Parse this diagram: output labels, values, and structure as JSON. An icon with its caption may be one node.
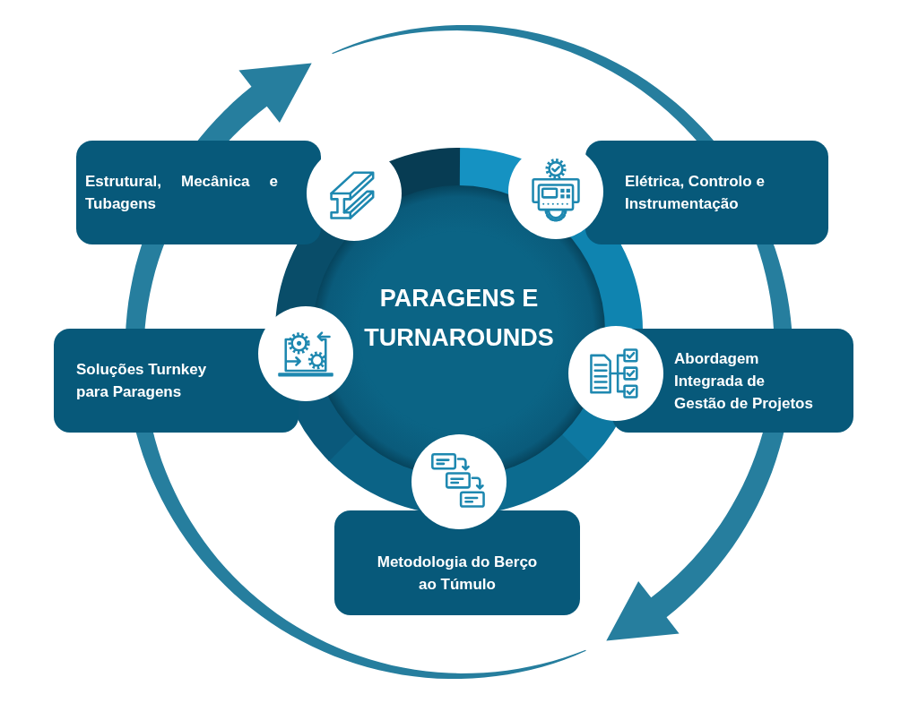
{
  "diagram": {
    "nodes": [
      {
        "text": [
          "Estrutural, Mecânica e Tubagens"
        ]
      },
      {
        "text": [
          "Elétrica, Controlo e Instrumentação"
        ]
      },
      {
        "text": [
          "PARAGENS E TURNAROUNDS"
        ]
      },
      {
        "text": [
          "Soluções Turnkey para Paragens"
        ]
      },
      {
        "text": [
          "Abordagem Integrada de Gestão de Projetos"
        ]
      },
      {
        "text": [
          "Metodologia do Berço ao Túmulo"
        ]
      }
    ]
  }
}
